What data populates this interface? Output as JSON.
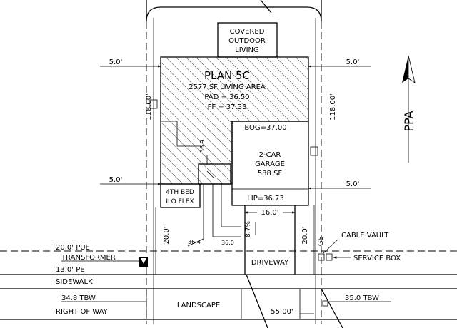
{
  "plan": {
    "title": "PLAN 5C",
    "living_area": "2577 SF LIVING AREA",
    "pad": "PAD = 36.50",
    "ff": "FF = 37.33"
  },
  "porch": {
    "line1": "COVERED",
    "line2": "OUTDOOR",
    "line3": "LIVING"
  },
  "garage": {
    "bog": "BOG=37.00",
    "line1": "2-CAR",
    "line2": "GARAGE",
    "area": "588 SF",
    "lip": "LIP=36.73",
    "width": "16.0'"
  },
  "bedroom": {
    "line1": "4TH BED",
    "line2": "ILO FLEX"
  },
  "dims": {
    "setback_left_top": "5.0'",
    "setback_right_top": "5.0'",
    "setback_left_bottom": "5.0'",
    "setback_right_bottom": "5.0'",
    "depth_left": "118.00'",
    "depth_right": "118.00'",
    "front_left": "20.0'",
    "front_right": "20.0'",
    "lot_width": "55.00'",
    "slope": "8.7%",
    "spot_36_9": "36.9",
    "spot_36_4": "36.4",
    "spot_36_0": "36.0"
  },
  "frontage": {
    "pue": "20.0' PUE",
    "transformer": "TRANSFORMER",
    "pe": "13.0' PE",
    "sidewalk": "SIDEWALK",
    "tbw_left": "34.8 TBW",
    "tbw_right": "35.0 TBW",
    "right_of_way": "RIGHT OF WAY",
    "landscape": "LANDSCAPE",
    "driveway": "DRIVEWAY",
    "gs": "GS",
    "cable_vault": "CABLE VAULT",
    "service_box": "SERVICE BOX"
  },
  "north_arrow": {
    "label": "PPA"
  }
}
